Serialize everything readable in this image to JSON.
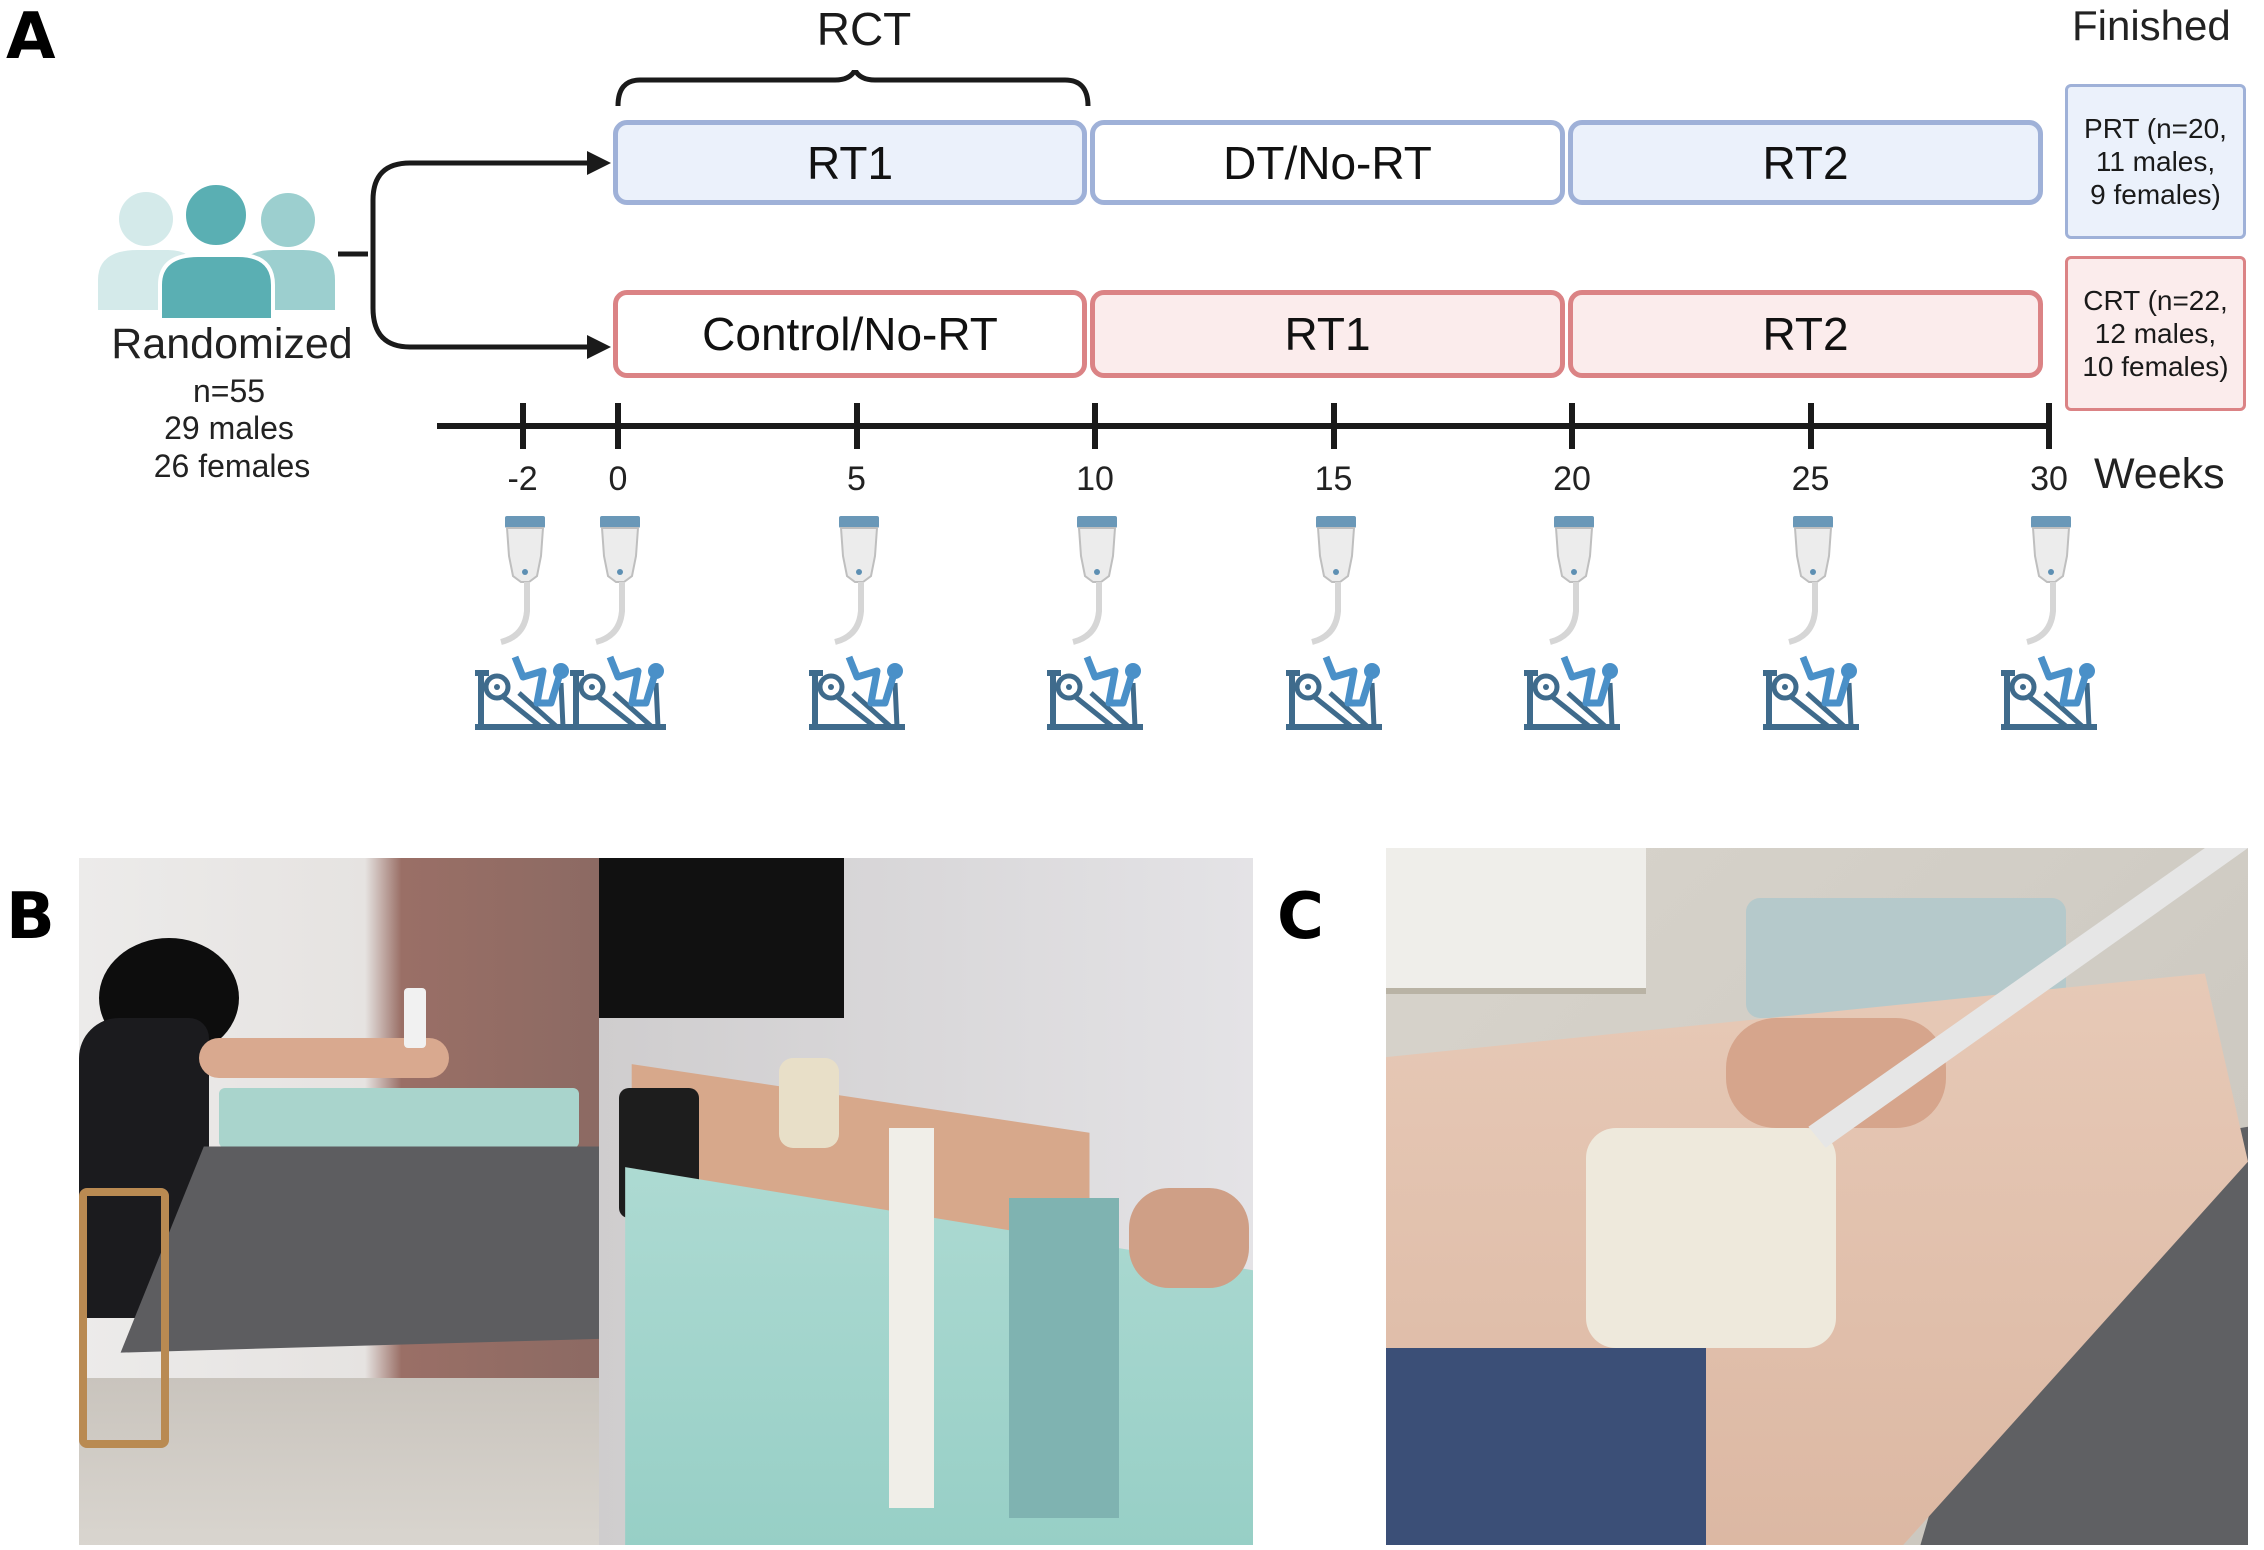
{
  "panel_a": {
    "letter": "A",
    "rct_label": "RCT",
    "finished_label": "Finished",
    "randomized": {
      "title": "Randomized",
      "n": "n=55",
      "males": "29 males",
      "females": "26 females"
    },
    "row_prt": [
      "RT1",
      "DT/No-RT",
      "RT2"
    ],
    "row_crt": [
      "Control/No-RT",
      "RT1",
      "RT2"
    ],
    "prt_outcome": [
      "PRT (n=20,",
      "11 males,",
      "9 females)"
    ],
    "crt_outcome": [
      "CRT (n=22,",
      "12 males,",
      "10 females)"
    ],
    "timeline": {
      "unit": "Weeks",
      "ticks": [
        "-2",
        "0",
        "5",
        "10",
        "15",
        "20",
        "25",
        "30"
      ],
      "tick_values": [
        -2,
        0,
        5,
        10,
        15,
        20,
        25,
        30
      ]
    },
    "colors": {
      "prt": "#9fb1d8",
      "crt": "#db8385",
      "people": "#5aafb3",
      "icon": "#3f6b8c"
    }
  },
  "panel_b": {
    "letter": "B"
  },
  "panel_c": {
    "letter": "C"
  }
}
